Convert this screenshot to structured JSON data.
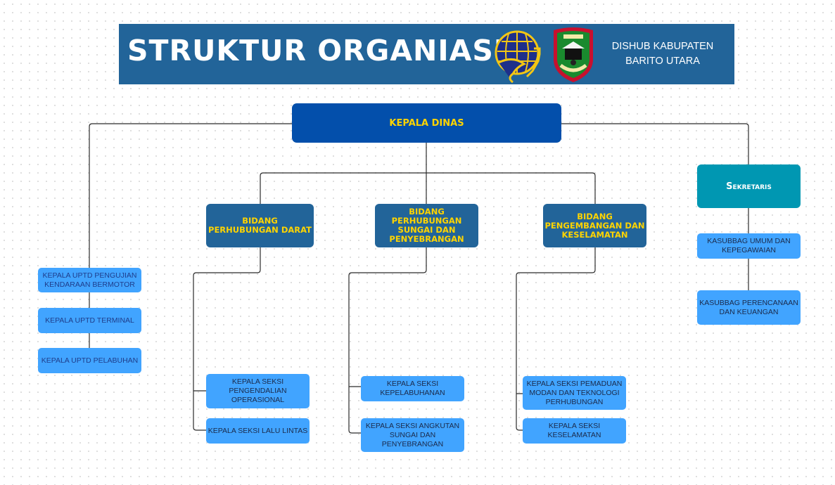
{
  "banner": {
    "title": "STRUKTUR ORGANIASI",
    "subtitle_line1": "DISHUB KABUPATEN",
    "subtitle_line2": "BARITO UTARA",
    "logos": [
      "kemenhub-logo-icon",
      "barito-utara-emblem-icon"
    ]
  },
  "colors": {
    "banner": "#226499",
    "head": "#034fab",
    "bidang": "#226499",
    "sekretaris": "#0097b2",
    "leaf": "#41a4ff",
    "accent_text": "#ffd400"
  },
  "chart": {
    "head": "KEPALA DINAS",
    "sekretaris": {
      "label": "Sekretaris",
      "children": [
        "KASUBBAG UMUM DAN KEPEGAWAIAN",
        "KASUBBAG PERENCANAAN DAN KEUANGAN"
      ]
    },
    "uptd": [
      "KEPALA UPTD PENGUJIAN KENDARAAN BERMOTOR",
      "KEPALA UPTD TERMINAL",
      "KEPALA UPTD PELABUHAN"
    ],
    "bidang": [
      {
        "label": "BIDANG PERHUBUNGAN DARAT",
        "children": [
          "KEPALA SEKSI PENGENDALIAN OPERASIONAL",
          "KEPALA SEKSI LALU LINTAS"
        ]
      },
      {
        "label": "BIDANG PERHUBUNGAN SUNGAI DAN PENYEBRANGAN",
        "children": [
          "KEPALA SEKSI KEPELABUHANAN",
          "KEPALA SEKSI ANGKUTAN SUNGAI DAN PENYEBRANGAN"
        ]
      },
      {
        "label": "BIDANG PENGEMBANGAN DAN KESELAMATAN",
        "children": [
          "KEPALA SEKSI PEMADUAN MODAN DAN TEKNOLOGI PERHUBUNGAN",
          "KEPALA SEKSI KESELAMATAN"
        ]
      }
    ]
  }
}
